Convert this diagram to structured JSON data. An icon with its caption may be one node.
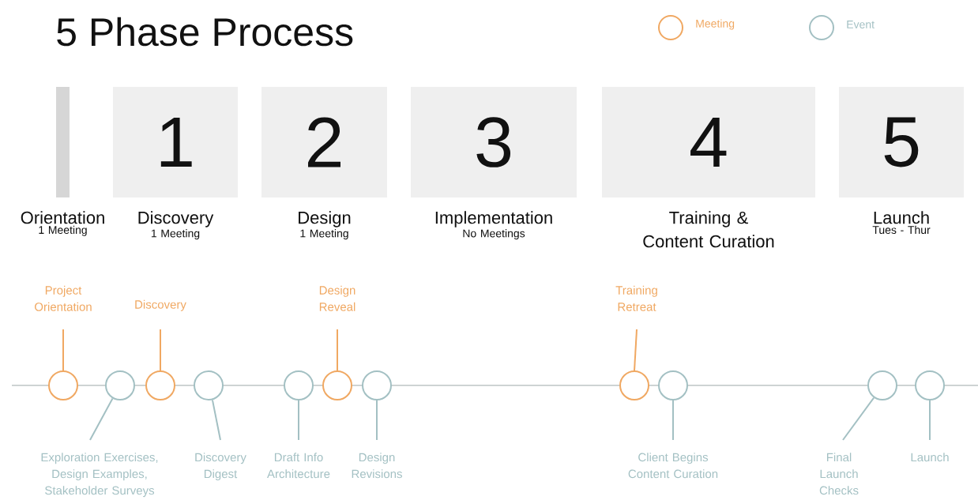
{
  "diagram": {
    "title": "5 Phase Process",
    "nodes": [
      {
        "text": [
          "Orientation",
          "1 Meeting"
        ]
      },
      {
        "text": [
          "1",
          "Discovery",
          "1 Meeting"
        ]
      },
      {
        "text": [
          "2",
          "Design",
          "1 Meeting"
        ]
      },
      {
        "text": [
          "3",
          "Implementation",
          "No Meetings"
        ]
      },
      {
        "text": [
          "4",
          "Training & Content Curation"
        ]
      },
      {
        "text": [
          "5",
          "Launch",
          "Tues - Thur"
        ]
      },
      {
        "text": [],
        "shape": "circle"
      },
      {
        "text": [],
        "shape": "circle"
      },
      {
        "text": [],
        "shape": "circle"
      },
      {
        "text": [],
        "shape": "circle"
      },
      {
        "text": [],
        "shape": "circle"
      },
      {
        "text": [],
        "shape": "circle"
      },
      {
        "text": [],
        "shape": "circle"
      },
      {
        "text": [],
        "shape": "circle"
      },
      {
        "text": [],
        "shape": "circle"
      },
      {
        "text": [],
        "shape": "circle"
      },
      {
        "text": [],
        "shape": "circle"
      },
      {
        "text": [
          "Project Orientation"
        ]
      },
      {
        "text": [
          "Discovery"
        ]
      },
      {
        "text": [
          "Design Reveal"
        ]
      },
      {
        "text": [
          "Training Retreat"
        ]
      },
      {
        "text": [
          "Exploration Exercises, Design Examples, Stakeholder Surveys"
        ]
      },
      {
        "text": [
          "Discovery Digest"
        ]
      },
      {
        "text": [
          "Draft Info Architecture"
        ]
      },
      {
        "text": [
          "Design Revisions"
        ]
      },
      {
        "text": [
          "Client Begins Content Curation"
        ]
      },
      {
        "text": [
          "Final Launch Checks"
        ]
      },
      {
        "text": [
          "Launch"
        ]
      }
    ],
    "edges": [
      {
        "from": 17,
        "to": 6,
        "arrow": "none",
        "color": "#f0a862"
      },
      {
        "from": 21,
        "to": 7,
        "arrow": "none"
      },
      {
        "from": 18,
        "to": 8,
        "arrow": "none",
        "color": "#f0a862"
      },
      {
        "from": 22,
        "to": 9,
        "arrow": "none"
      },
      {
        "from": 23,
        "to": 10,
        "arrow": "none"
      },
      {
        "from": 19,
        "to": 11,
        "arrow": "none",
        "color": "#f0a862"
      },
      {
        "from": 24,
        "to": 12,
        "arrow": "none"
      },
      {
        "from": 20,
        "to": 13,
        "arrow": "none",
        "color": "#f0a862"
      },
      {
        "from": 25,
        "to": 14,
        "arrow": "none"
      },
      {
        "from": 26,
        "to": 15,
        "arrow": "none"
      },
      {
        "from": 27,
        "to": 16,
        "arrow": "none"
      }
    ],
    "legend": [
      {
        "text": "Meeting",
        "color": "#f0a862"
      },
      {
        "text": "Event",
        "color": "#a3c0c3"
      }
    ]
  }
}
